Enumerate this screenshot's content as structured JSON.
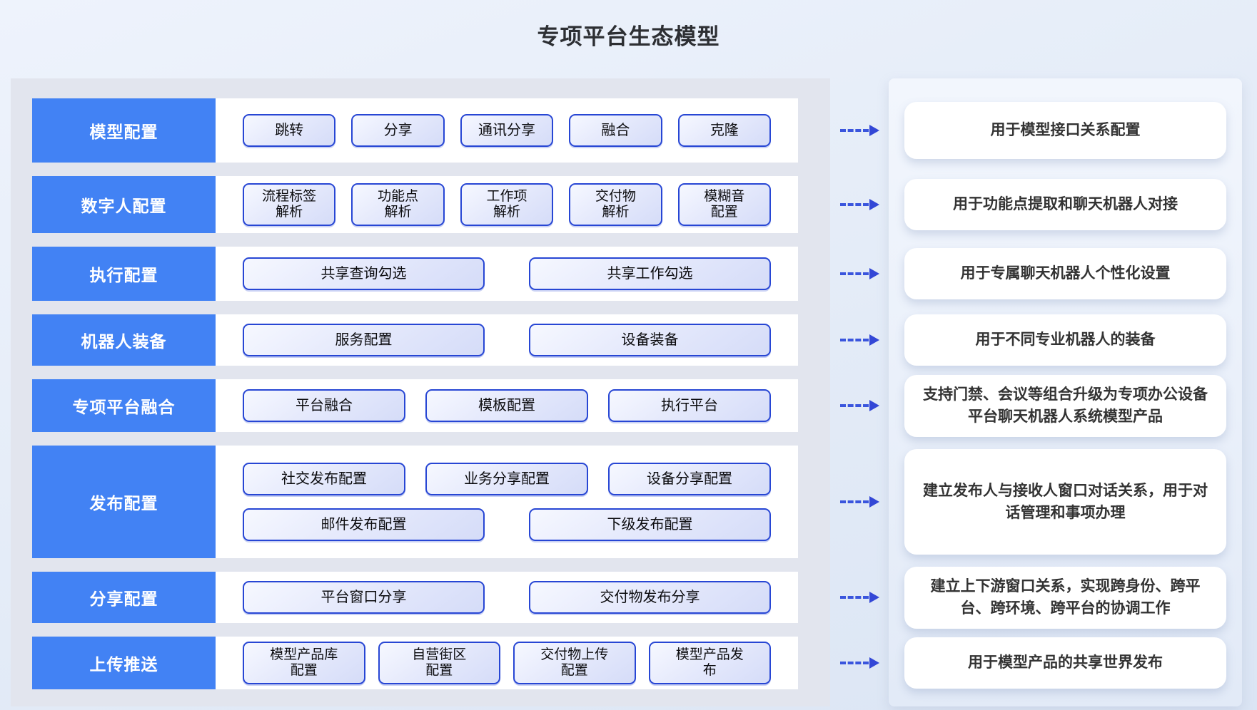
{
  "title": "专项平台生态模型",
  "colors": {
    "category_blue": "#4282f4",
    "button_border_blue": "#2746d4",
    "arrow_blue": "#3a55dd",
    "panel_gray": "#e2e5ee",
    "card_white": "#ffffff"
  },
  "arrow_icon": "dashed-arrow-right",
  "rows": [
    {
      "label": "模型配置",
      "buttons": [
        [
          "跳转",
          "分享",
          "通讯分享",
          "融合",
          "克隆"
        ]
      ],
      "description": "用于模型接口关系配置"
    },
    {
      "label": "数字人配置",
      "buttons": [
        [
          "流程标签\n解析",
          "功能点\n解析",
          "工作项\n解析",
          "交付物\n解析",
          "模糊音\n配置"
        ]
      ],
      "description": "用于功能点提取和聊天机器人对接"
    },
    {
      "label": "执行配置",
      "buttons": [
        [
          "共享查询勾选",
          "共享工作勾选"
        ]
      ],
      "description": "用于专属聊天机器人个性化设置"
    },
    {
      "label": "机器人装备",
      "buttons": [
        [
          "服务配置",
          "设备装备"
        ]
      ],
      "description": "用于不同专业机器人的装备"
    },
    {
      "label": "专项平台融合",
      "buttons": [
        [
          "平台融合",
          "模板配置",
          "执行平台"
        ]
      ],
      "description": "支持门禁、会议等组合升级为专项办公设备平台聊天机器人系统模型产品"
    },
    {
      "label": "发布配置",
      "buttons": [
        [
          "社交发布配置",
          "业务分享配置",
          "设备分享配置"
        ],
        [
          "邮件发布配置",
          "下级发布配置"
        ]
      ],
      "description": "建立发布人与接收人窗口对话关系，用于对话管理和事项办理"
    },
    {
      "label": "分享配置",
      "buttons": [
        [
          "平台窗口分享",
          "交付物发布分享"
        ]
      ],
      "description": "建立上下游窗口关系，实现跨身份、跨平台、跨环境、跨平台的协调工作"
    },
    {
      "label": "上传推送",
      "buttons": [
        [
          "模型产品库\n配置",
          "自营街区\n配置",
          "交付物上传\n配置",
          "模型产品发\n布"
        ]
      ],
      "description": "用于模型产品的共享世界发布"
    }
  ]
}
